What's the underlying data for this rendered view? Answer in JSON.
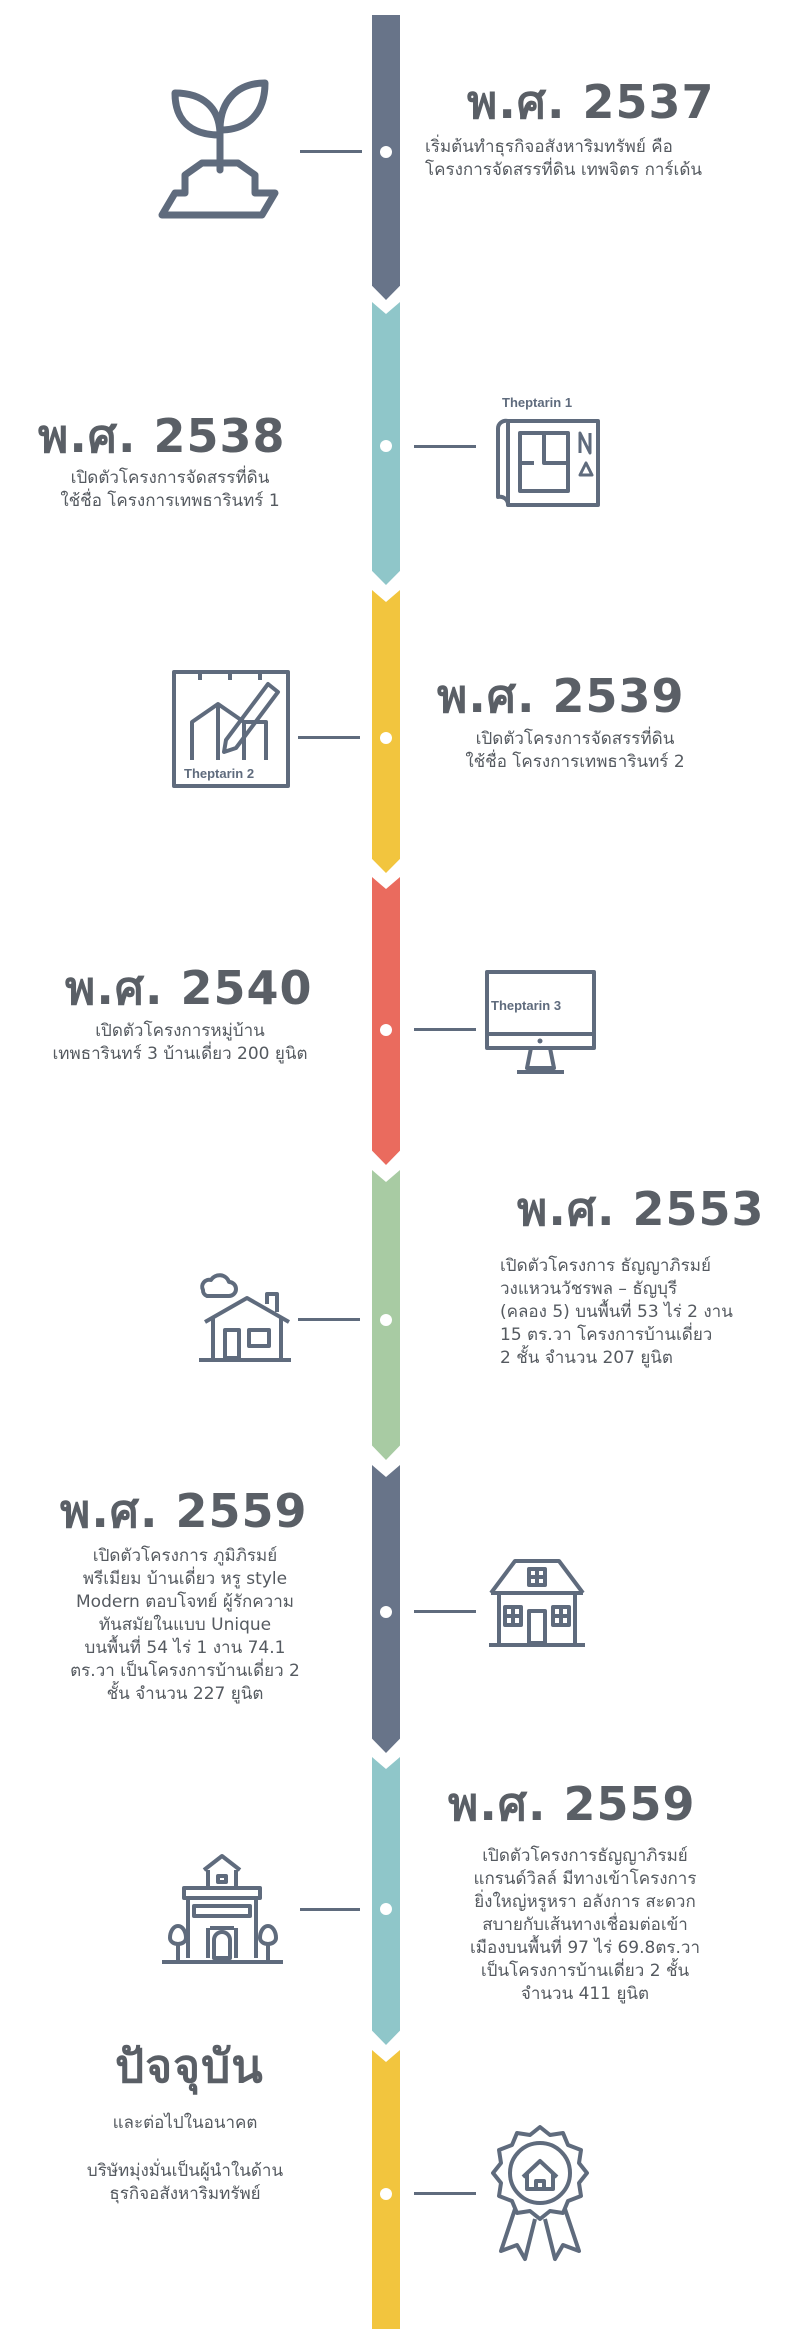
{
  "colors": [
    "#687489",
    "#8fc6c9",
    "#f2c53e",
    "#ea6b5e",
    "#a8cba3",
    "#687489",
    "#8fc6c9",
    "#f2c53e"
  ],
  "icon_color": "#5f6b7d",
  "events": [
    {
      "year": "พ.ศ. 2537",
      "text": "เริ่มต้นทำธุรกิจอสังหาริมทรัพย์ คือ\nโครงการจัดสรรที่ดิน เทพจิตร การ์เด้น",
      "icon": "sprout-icon"
    },
    {
      "year": "พ.ศ. 2538",
      "text": "เปิดตัวโครงการจัดสรรที่ดิน\nใช้ชื่อ โครงการเทพธารินทร์ 1",
      "icon": "blueprint-icon",
      "icon_label": "Theptarin 1"
    },
    {
      "year": "พ.ศ. 2539",
      "text": "เปิดตัวโครงการจัดสรรที่ดิน\nใช้ชื่อ โครงการเทพธารินทร์ 2",
      "icon": "plan-pencil-icon",
      "icon_label": "Theptarin 2"
    },
    {
      "year": "พ.ศ. 2540",
      "text": "เปิดตัวโครงการหมู่บ้าน\nเทพธารินทร์ 3 บ้านเดี่ยว 200 ยูนิต",
      "icon": "monitor-icon",
      "icon_label": "Theptarin 3"
    },
    {
      "year": "พ.ศ. 2553",
      "text": "เปิดตัวโครงการ ธัญญาภิรมย์\nวงแหวนวัชรพล – ธัญบุรี\n(คลอง 5) บนพื้นที่ 53 ไร่ 2 งาน\n15 ตร.วา โครงการบ้านเดี่ยว\n2 ชั้น จำนวน 207 ยูนิต",
      "icon": "house-cloud-icon"
    },
    {
      "year": "พ.ศ. 2559",
      "text": "เปิดตัวโครงการ ภูมิภิรมย์\nพรีเมียม บ้านเดี่ยว หรู style\nModern ตอบโจทย์ ผู้รักความ\nทันสมัยในแบบ Unique\nบนพื้นที่ 54 ไร่ 1 งาน 74.1\nตร.วา เป็นโครงการบ้านเดี่ยว 2\nชั้น จำนวน 227 ยูนิต",
      "icon": "house-icon"
    },
    {
      "year": "พ.ศ. 2559",
      "text": "เปิดตัวโครงการธัญญาภิรมย์\nแกรนด์วิลล์ มีทางเข้าโครงการ\nยิ่งใหญ่หรูหรา อลังการ สะดวก\nสบายกับเส้นทางเชื่อมต่อเข้า\nเมืองบนพื้นที่ 97 ไร่ 69.8ตร.วา\nเป็นโครงการบ้านเดี่ยว 2 ชั้น\nจำนวน 411 ยูนิต",
      "icon": "villa-trees-icon"
    },
    {
      "year": "ปัจจุบัน",
      "subtitle": "และต่อไปในอนาคต",
      "text": "บริษัทมุ่งมั่นเป็นผู้นำในด้าน\nธุรกิจอสังหาริมทรัพย์",
      "icon": "award-badge-icon"
    }
  ]
}
